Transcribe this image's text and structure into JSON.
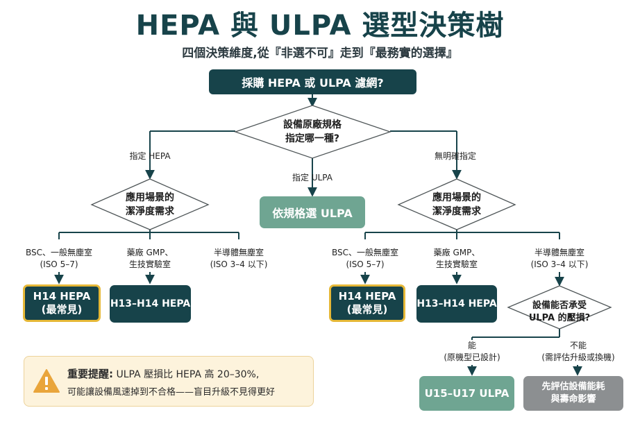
{
  "header": {
    "title": "HEPA 與 ULPA 選型決策樹",
    "subtitle": "四個決策維度,從『非選不可』走到『最務實的選擇』"
  },
  "root": {
    "question": "採購 HEPA 或 ULPA 濾網?"
  },
  "spec_decision": {
    "line1": "設備原廠規格",
    "line2": "指定哪一種?"
  },
  "spec_branches": {
    "hepa": "指定 HEPA",
    "ulpa": "指定 ULPA",
    "none": "無明確指定"
  },
  "ulpa_by_spec": {
    "label": "依規格選 ULPA"
  },
  "scene_decision": {
    "line1": "應用場景的",
    "line2": "潔淨度需求"
  },
  "scenes": {
    "bsc": {
      "line1": "BSC、一般無塵室",
      "line2": "(ISO 5–7)"
    },
    "pharma": {
      "line1": "藥廠 GMP、",
      "line2": "生技實驗室"
    },
    "semi": {
      "line1": "半導體無塵室",
      "line2": "(ISO 3–4 以下)"
    }
  },
  "results": {
    "h14": {
      "line1": "H14 HEPA",
      "line2": "(最常見)"
    },
    "h13_h14": {
      "label": "H13–H14 HEPA"
    },
    "u15": {
      "label": "U15–U17 ULPA"
    },
    "assess": {
      "line1": "先評估設備能耗",
      "line2": "與壽命影響"
    }
  },
  "pressure_decision": {
    "line1": "設備能否承受",
    "line2": "ULPA 的壓損?"
  },
  "pressure_branches": {
    "yes": {
      "line1": "能",
      "line2": "(原機型已設計)"
    },
    "no": {
      "line1": "不能",
      "line2": "(需評估升級或換機)"
    }
  },
  "warning": {
    "icon": "warning-icon",
    "line1_bold": "重要提醒:",
    "line1_rest": "ULPA 壓損比 HEPA 高 20–30%,",
    "line2": "可能讓設備風速掉到不合格——盲目升級不見得更好"
  },
  "colors": {
    "dark_teal": "#17434a",
    "sage": "#6fa592",
    "gold": "#e6b837",
    "gray": "#8c8f91",
    "warning_bg": "#fdf3dc"
  }
}
